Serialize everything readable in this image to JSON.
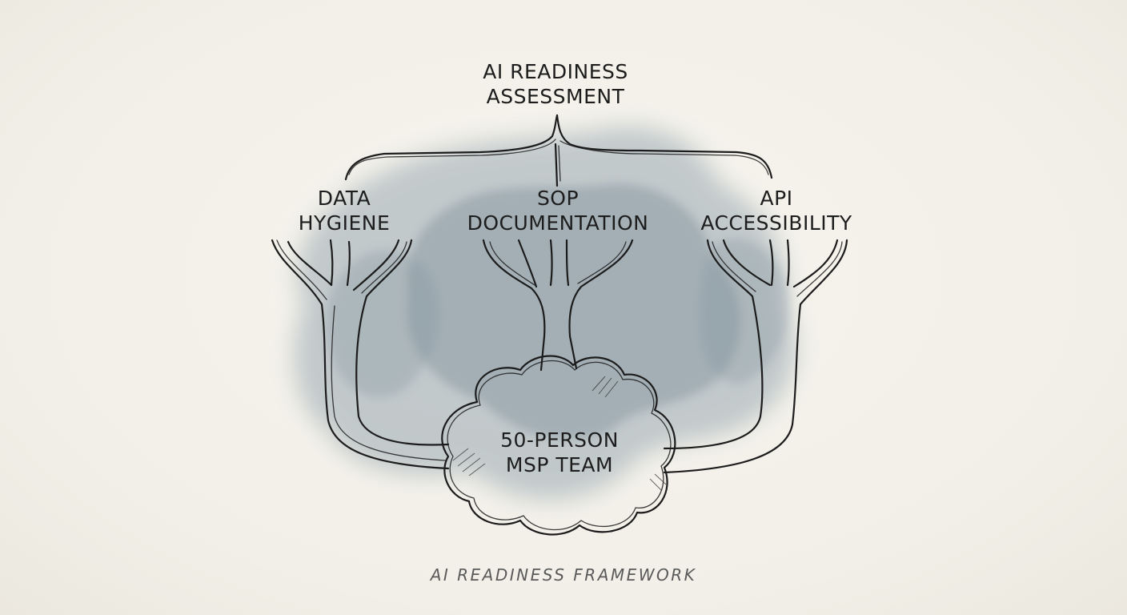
{
  "diagram": {
    "root": {
      "line1": "AI READINESS",
      "line2": "ASSESSMENT"
    },
    "branches": [
      {
        "line1": "DATA",
        "line2": "HYGIENE"
      },
      {
        "line1": "SOP",
        "line2": "DOCUMENTATION"
      },
      {
        "line1": "API",
        "line2": "ACCESSIBILITY"
      }
    ],
    "base": {
      "line1": "50-PERSON",
      "line2": "MSP TEAM"
    },
    "caption": "AI READINESS FRAMEWORK"
  },
  "colors": {
    "paper": "#f3f1ea",
    "ink": "#1c1c1c",
    "wash": "#8f9ea8"
  }
}
